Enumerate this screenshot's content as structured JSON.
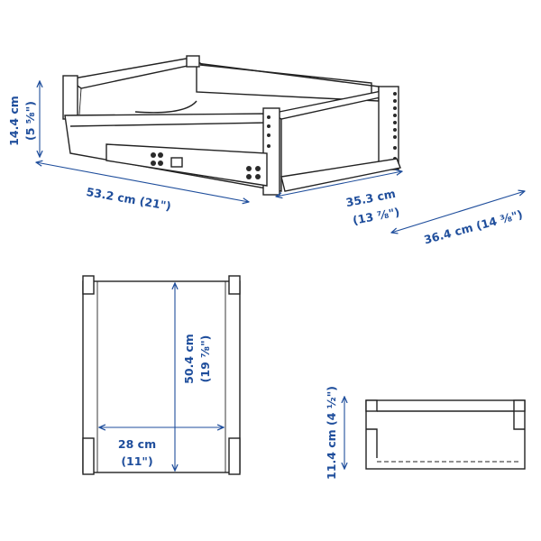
{
  "colors": {
    "dimension": "#1f4e9c",
    "ink": "#222222",
    "background": "#ffffff"
  },
  "perspective_view": {
    "height": {
      "metric": "14.4 cm",
      "imperial": "(5 ⅝\")"
    },
    "width": {
      "metric": "53.2 cm (21\")"
    },
    "depth_inner": {
      "metric": "35.3 cm",
      "imperial": "(13 ⅞\")"
    },
    "depth_outer": {
      "metric": "36.4 cm (14 ⅜\")"
    }
  },
  "top_view": {
    "inner_depth": {
      "metric": "50.4 cm",
      "imperial": "(19 ⅞\")"
    },
    "inner_width": {
      "metric": "28 cm",
      "imperial": "(11\")"
    }
  },
  "side_view": {
    "height": {
      "metric": "11.4 cm (4 ½\")"
    }
  }
}
